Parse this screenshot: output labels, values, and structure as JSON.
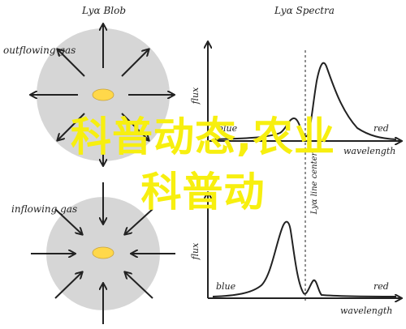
{
  "left_panel": {
    "top_title": "Lyα Blob",
    "top_label": "outflowing gas",
    "bottom_label": "inflowing gas"
  },
  "right_panel": {
    "title": "Lyα Spectra",
    "flux_label": "flux",
    "blue_label": "blue",
    "red_label": "red",
    "wavelength_label": "wavelength",
    "line_center_label": "Lyα line center"
  },
  "overlay": {
    "line1": "科普动态,农业",
    "line2": "科普动"
  },
  "colors": {
    "blob": "#d6d6d6",
    "core": "#ffd84a",
    "ink": "#222222",
    "overlay_text": "#f7ef0f"
  }
}
